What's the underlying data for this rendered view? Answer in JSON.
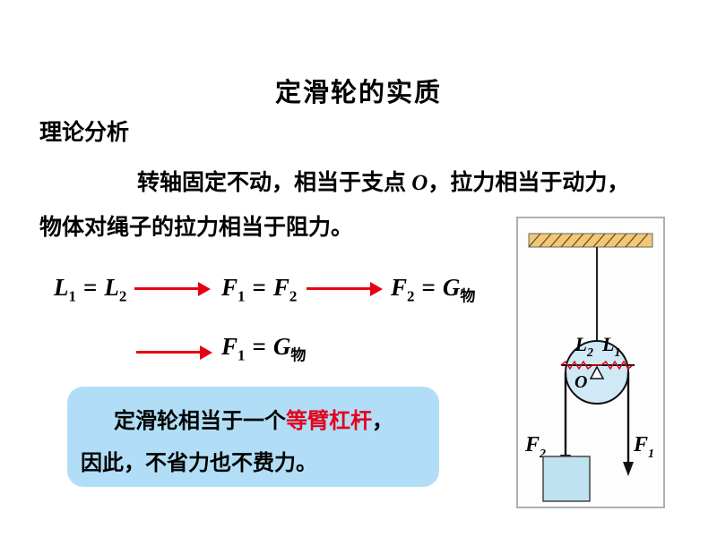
{
  "slide": {
    "title": "定滑轮的实质",
    "heading": "理论分析",
    "para": {
      "line1_prefix": "转轴固定不动，相当于支点 ",
      "line1_var": "O",
      "line1_suffix": "，拉力相当于动力，",
      "line2": "物体对绳子的拉力相当于阻力。"
    }
  },
  "formulas": {
    "eq": "=",
    "f1": {
      "l_base": "L",
      "l_sub": "1",
      "r_base": "L",
      "r_sub": "2"
    },
    "f2": {
      "l_base": "F",
      "l_sub": "1",
      "r_base": "F",
      "r_sub": "2"
    },
    "f3": {
      "l_base": "F",
      "l_sub": "2",
      "r_base": "G",
      "r_sub": "物"
    },
    "f4": {
      "l_base": "F",
      "l_sub": "1",
      "r_base": "G",
      "r_sub": "物"
    }
  },
  "conclusion": {
    "line1_prefix": "定滑轮相当于一个",
    "line1_highlight": "等臂杠杆",
    "line1_suffix": "，",
    "line2": "因此，不省力也不费力。"
  },
  "diagram": {
    "label_o": "O",
    "l2": {
      "base": "L",
      "sub": "2"
    },
    "l1": {
      "base": "L",
      "sub": "1"
    },
    "f2": {
      "base": "F",
      "sub": "2"
    },
    "f1": {
      "base": "F",
      "sub": "1"
    }
  },
  "colors": {
    "arrow_red": "#e60012",
    "highlight_red": "#e3001e",
    "box_blue": "#b1def6",
    "pulley_blue": "#cfe9f6",
    "ceiling_tan": "#f0c878",
    "block_blue": "#bfe2f0"
  }
}
